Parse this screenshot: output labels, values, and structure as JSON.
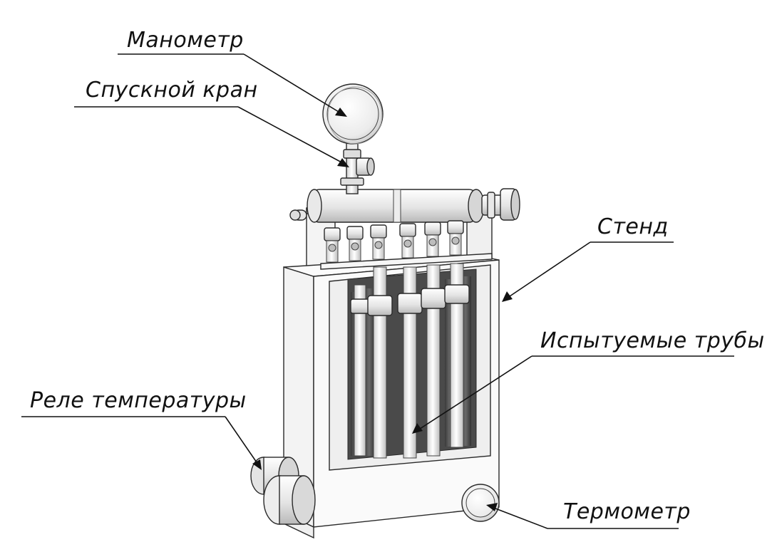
{
  "labels": {
    "manometer": "Манометр",
    "drain_valve": "Спускной кран",
    "stand": "Стенд",
    "test_pipes": "Испытуемые трубы",
    "temperature_relay": "Реле температуры",
    "thermometer": "Термометр"
  },
  "colors": {
    "line": "#111111",
    "frame_fill": "#f7f7f7",
    "cavity_dark": "#4a4a4a",
    "pipe_light": "#f2f2f2"
  }
}
